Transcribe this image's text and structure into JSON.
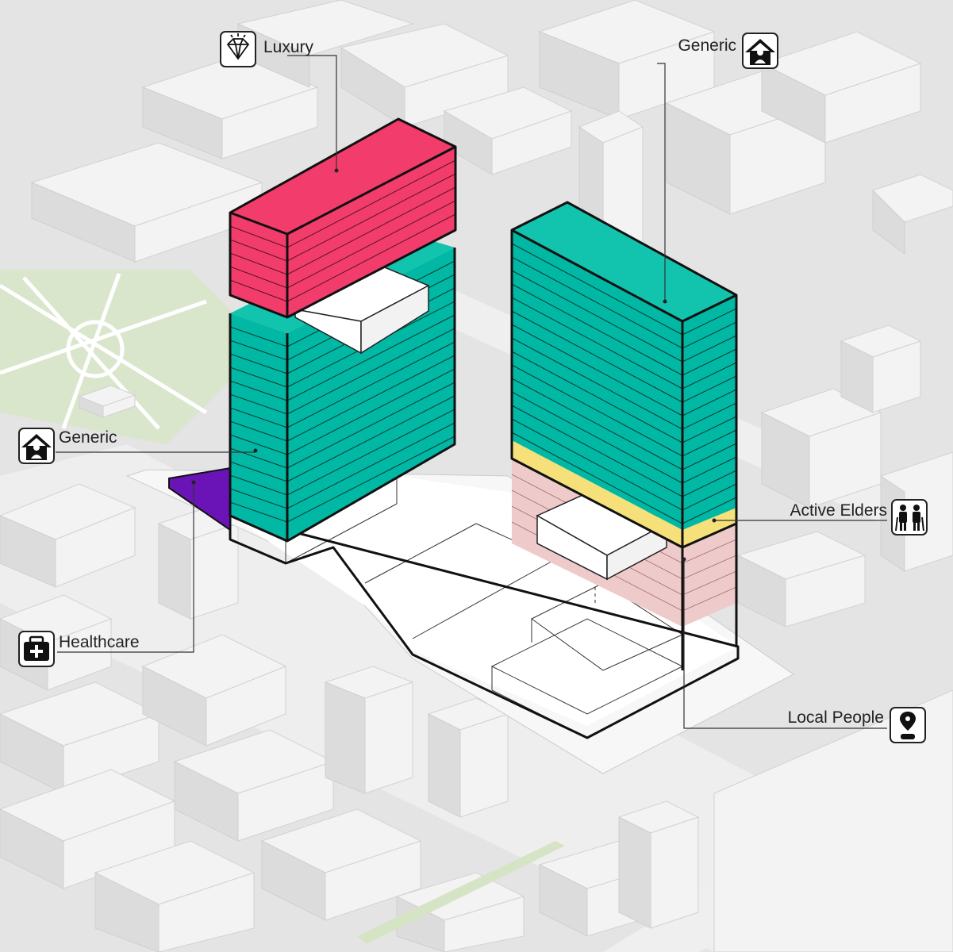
{
  "labels": {
    "luxury": "Luxury",
    "generic_right": "Generic",
    "generic_left": "Generic",
    "healthcare": "Healthcare",
    "active_elders": "Active Elders",
    "local_people": "Local People"
  },
  "icons": {
    "luxury": "diamond-icon",
    "generic_right": "house-person-icon",
    "generic_left": "house-person-icon",
    "healthcare": "medical-kit-icon",
    "active_elders": "elderly-couple-icon",
    "local_people": "location-pin-person-icon"
  },
  "colors": {
    "background": "#e6e6e6",
    "park": "#d9e6cc",
    "podium": "#ffffff",
    "luxury": "#f23c6b",
    "generic": "#00b8a3",
    "active_elders": "#f6e07a",
    "local_people": "#efcaca",
    "healthcare": "#6a13b6",
    "outline": "#111111"
  }
}
